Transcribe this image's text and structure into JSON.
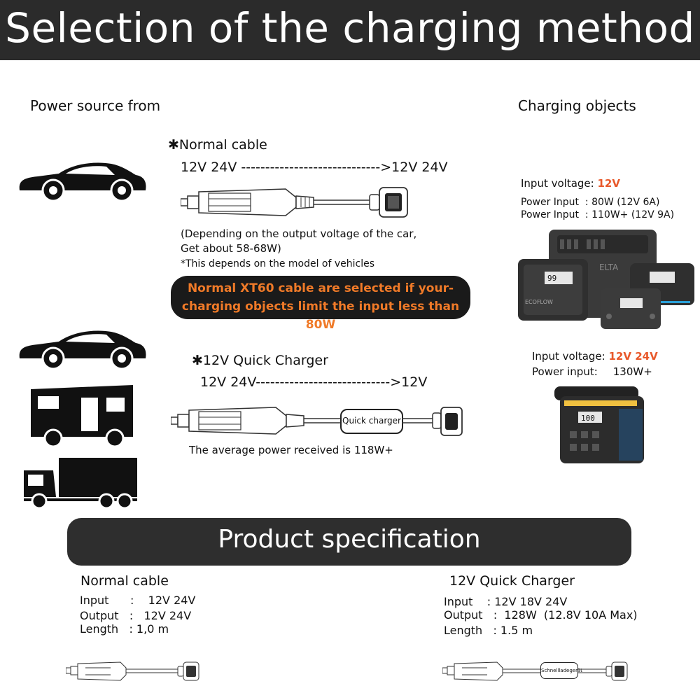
{
  "header": {
    "title": "Selection of the charging method"
  },
  "columns": {
    "source_title": "Power source from",
    "objects_title": "Charging objects"
  },
  "normal_cable": {
    "label": "Normal cable",
    "voltage_line": "12V 24V ----------------------------->12V 24V",
    "note1": "(Depending on the output voltage of the car,",
    "note2": "Get about 58-68W)",
    "note3": "*This depends on the model of vehicles",
    "banner_line1": "Normal XT60 cable are selected if your-",
    "banner_line2": "charging objects limit the input  less than 80W"
  },
  "quick_charger": {
    "label": "12V Quick Charger",
    "voltage_line": "12V 24V---------------------------->12V",
    "box_label": "Quick charger",
    "note": "The average power received is 118W+"
  },
  "object1": {
    "voltage_label": "Input voltage: ",
    "voltage_value": "12V",
    "power1": "Power Input  : 80W (12V 6A)",
    "power2": "Power Input  : 110W+ (12V 9A)",
    "device_text_main": "ELTA",
    "device_text_small": "ECOFLOW",
    "screen_text": "99"
  },
  "object2": {
    "voltage_label": "Input voltage: ",
    "voltage_value": "12V 24V",
    "power_label": "Power input:",
    "power_value": "130W+",
    "screen_text": "100"
  },
  "spec": {
    "title": "Product specification",
    "normal": {
      "title": "Normal cable",
      "input": "Input      :    12V 24V",
      "output": "Output   :   12V 24V",
      "length": "Length   : 1,0 m"
    },
    "quick": {
      "title": "12V Quick Charger",
      "input": "Input    : 12V 18V 24V",
      "output": "Output   :  128W  (12.8V 10A Max)",
      "length": "Length   : 1.5 m",
      "box_label": "Schnellladegerät"
    }
  },
  "colors": {
    "accent_orange": "#e8582a",
    "banner_text": "#f07a28",
    "dark": "#2b2b2b"
  }
}
